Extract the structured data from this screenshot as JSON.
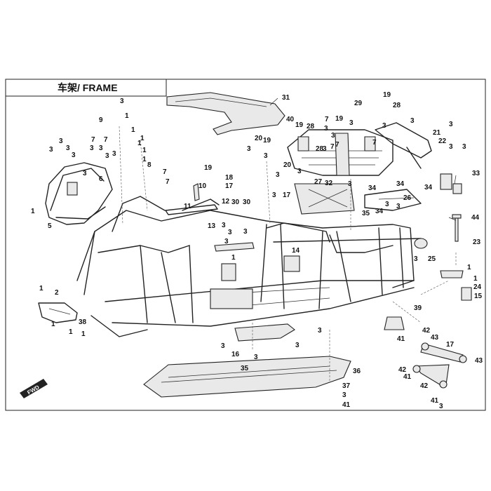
{
  "header": {
    "title": "车架/ FRAME"
  },
  "fwd_badge": {
    "label": "FWD",
    "icon": "forward-arrow-icon"
  },
  "callouts": [
    {
      "id": "c1",
      "text": "3"
    },
    {
      "id": "c2",
      "text": "9"
    },
    {
      "id": "c3",
      "text": "1"
    },
    {
      "id": "c4",
      "text": "1"
    },
    {
      "id": "c5",
      "text": "1"
    },
    {
      "id": "c6",
      "text": "3"
    },
    {
      "id": "c7",
      "text": "3"
    },
    {
      "id": "c8",
      "text": "3"
    },
    {
      "id": "c9",
      "text": "3"
    },
    {
      "id": "c10",
      "text": "7"
    },
    {
      "id": "c11",
      "text": "7"
    },
    {
      "id": "c12",
      "text": "3"
    },
    {
      "id": "c13",
      "text": "3"
    },
    {
      "id": "c14",
      "text": "3"
    },
    {
      "id": "c15",
      "text": "3"
    },
    {
      "id": "c16",
      "text": "3"
    },
    {
      "id": "c17",
      "text": "1"
    },
    {
      "id": "c18",
      "text": "1"
    },
    {
      "id": "c19",
      "text": "1"
    },
    {
      "id": "c20",
      "text": "8"
    },
    {
      "id": "c21",
      "text": "7"
    },
    {
      "id": "c22",
      "text": "7"
    },
    {
      "id": "c23",
      "text": "6"
    },
    {
      "id": "c24",
      "text": "1"
    },
    {
      "id": "c25",
      "text": "5"
    },
    {
      "id": "c26",
      "text": "10"
    },
    {
      "id": "c27",
      "text": "11"
    },
    {
      "id": "c28",
      "text": "12"
    },
    {
      "id": "c29",
      "text": "13"
    },
    {
      "id": "c30",
      "text": "3"
    },
    {
      "id": "c31",
      "text": "3"
    },
    {
      "id": "c32",
      "text": "3"
    },
    {
      "id": "c33",
      "text": "3"
    },
    {
      "id": "c34",
      "text": "31"
    },
    {
      "id": "c35",
      "text": "40"
    },
    {
      "id": "c36",
      "text": "20"
    },
    {
      "id": "c37",
      "text": "19"
    },
    {
      "id": "c38",
      "text": "3"
    },
    {
      "id": "c39",
      "text": "20"
    },
    {
      "id": "c40",
      "text": "19"
    },
    {
      "id": "c41",
      "text": "18"
    },
    {
      "id": "c42",
      "text": "3"
    },
    {
      "id": "c43",
      "text": "17"
    },
    {
      "id": "c44",
      "text": "30"
    },
    {
      "id": "c45",
      "text": "30"
    },
    {
      "id": "c46",
      "text": "17"
    },
    {
      "id": "c47",
      "text": "3"
    },
    {
      "id": "c48",
      "text": "19"
    },
    {
      "id": "c49",
      "text": "28"
    },
    {
      "id": "c50",
      "text": "3"
    },
    {
      "id": "c51",
      "text": "7"
    },
    {
      "id": "c52",
      "text": "19"
    },
    {
      "id": "c53",
      "text": "29"
    },
    {
      "id": "c54",
      "text": "28"
    },
    {
      "id": "c55",
      "text": "3"
    },
    {
      "id": "c56",
      "text": "19"
    },
    {
      "id": "c57",
      "text": "3"
    },
    {
      "id": "c58",
      "text": "28"
    },
    {
      "id": "c59",
      "text": "3"
    },
    {
      "id": "c60",
      "text": "7"
    },
    {
      "id": "c61",
      "text": "7"
    },
    {
      "id": "c62",
      "text": "7"
    },
    {
      "id": "c63",
      "text": "21"
    },
    {
      "id": "c64",
      "text": "22"
    },
    {
      "id": "c65",
      "text": "3"
    },
    {
      "id": "c66",
      "text": "3"
    },
    {
      "id": "c67",
      "text": "3"
    },
    {
      "id": "c68",
      "text": "3"
    },
    {
      "id": "c69",
      "text": "27"
    },
    {
      "id": "c70",
      "text": "32"
    },
    {
      "id": "c71",
      "text": "33"
    },
    {
      "id": "c72",
      "text": "34"
    },
    {
      "id": "c73",
      "text": "34"
    },
    {
      "id": "c74",
      "text": "34"
    },
    {
      "id": "c75",
      "text": "35"
    },
    {
      "id": "c76",
      "text": "34"
    },
    {
      "id": "c77",
      "text": "3"
    },
    {
      "id": "c78",
      "text": "3"
    },
    {
      "id": "c79",
      "text": "26"
    },
    {
      "id": "c80",
      "text": "44"
    },
    {
      "id": "c81",
      "text": "23"
    },
    {
      "id": "c82",
      "text": "3"
    },
    {
      "id": "c83",
      "text": "25"
    },
    {
      "id": "c84",
      "text": "1"
    },
    {
      "id": "c85",
      "text": "1"
    },
    {
      "id": "c86",
      "text": "24"
    },
    {
      "id": "c87",
      "text": "15"
    },
    {
      "id": "c88",
      "text": "14"
    },
    {
      "id": "c89",
      "text": "1"
    },
    {
      "id": "c90",
      "text": "1"
    },
    {
      "id": "c91",
      "text": "2"
    },
    {
      "id": "c92",
      "text": "1"
    },
    {
      "id": "c93",
      "text": "1"
    },
    {
      "id": "c94",
      "text": "1"
    },
    {
      "id": "c95",
      "text": "38"
    },
    {
      "id": "c96",
      "text": "39"
    },
    {
      "id": "c97",
      "text": "41"
    },
    {
      "id": "c98",
      "text": "42"
    },
    {
      "id": "c99",
      "text": "43"
    },
    {
      "id": "c100",
      "text": "17"
    },
    {
      "id": "c101",
      "text": "3"
    },
    {
      "id": "c102",
      "text": "3"
    },
    {
      "id": "c103",
      "text": "16"
    },
    {
      "id": "c104",
      "text": "3"
    },
    {
      "id": "c105",
      "text": "3"
    },
    {
      "id": "c106",
      "text": "35"
    },
    {
      "id": "c107",
      "text": "36"
    },
    {
      "id": "c108",
      "text": "37"
    },
    {
      "id": "c109",
      "text": "3"
    },
    {
      "id": "c110",
      "text": "41"
    },
    {
      "id": "c111",
      "text": "42"
    },
    {
      "id": "c112",
      "text": "41"
    },
    {
      "id": "c113",
      "text": "43"
    },
    {
      "id": "c114",
      "text": "42"
    },
    {
      "id": "c115",
      "text": "41"
    },
    {
      "id": "c116",
      "text": "3"
    },
    {
      "id": "c117",
      "text": "3"
    },
    {
      "id": "c118",
      "text": "3"
    },
    {
      "id": "c119",
      "text": "3"
    },
    {
      "id": "c120",
      "text": "3"
    }
  ]
}
